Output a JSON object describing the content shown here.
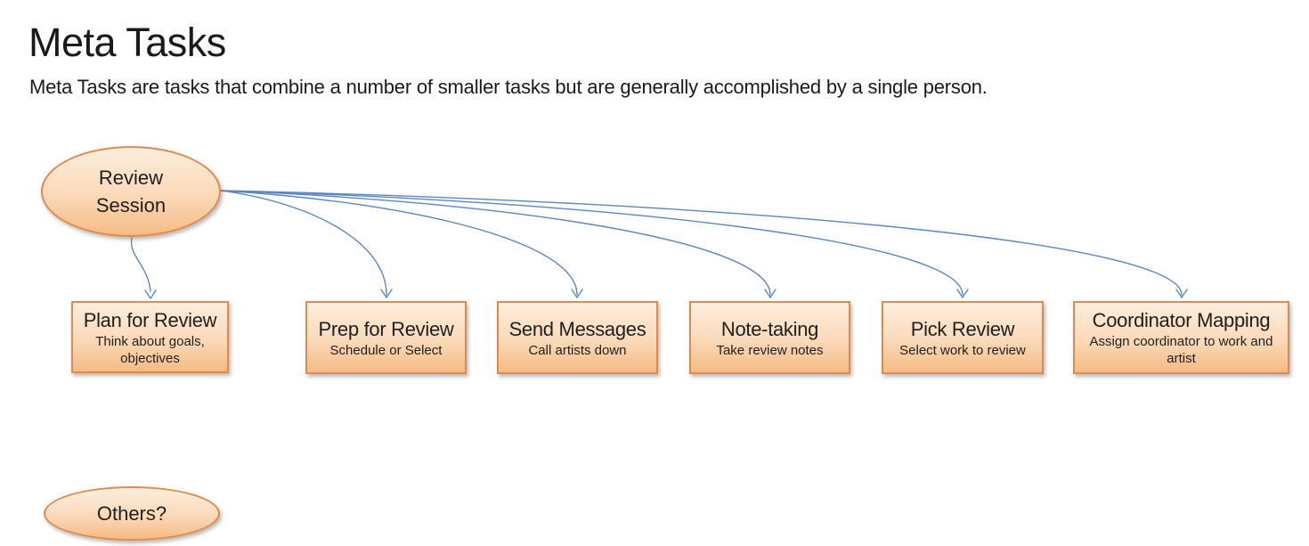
{
  "page": {
    "title": "Meta Tasks",
    "subtitle": "Meta Tasks are tasks that combine a number of smaller tasks but are generally accomplished by a single person."
  },
  "colors": {
    "arrow": "#5b87be",
    "shape_border": "#dd8b4e",
    "shape_fill_top": "#fdeedd",
    "shape_fill_bottom": "#f5bb84",
    "text": "#1f1f1f"
  },
  "nodes": {
    "source": {
      "label": "Review Session"
    },
    "others": {
      "label": "Others?"
    },
    "tasks": [
      {
        "title": "Plan for Review",
        "subtitle": "Think about goals, objectives"
      },
      {
        "title": "Prep for Review",
        "subtitle": "Schedule or Select"
      },
      {
        "title": "Send Messages",
        "subtitle": "Call artists down"
      },
      {
        "title": "Note-taking",
        "subtitle": "Take review notes"
      },
      {
        "title": "Pick Review",
        "subtitle": "Select work to review"
      },
      {
        "title": "Coordinator Mapping",
        "subtitle": "Assign coordinator to work and artist"
      }
    ]
  },
  "edges": [
    {
      "from": "Review Session",
      "to": "Plan for Review"
    },
    {
      "from": "Review Session",
      "to": "Prep for Review"
    },
    {
      "from": "Review Session",
      "to": "Send Messages"
    },
    {
      "from": "Review Session",
      "to": "Note-taking"
    },
    {
      "from": "Review Session",
      "to": "Pick Review"
    },
    {
      "from": "Review Session",
      "to": "Coordinator Mapping"
    }
  ]
}
